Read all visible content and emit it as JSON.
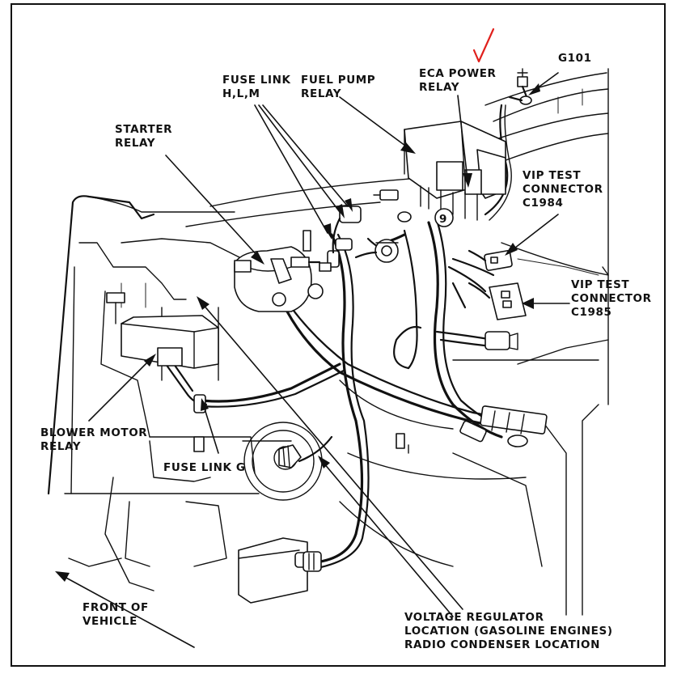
{
  "labels": {
    "g101": "G101",
    "eca_power_relay_line1": "ECA POWER",
    "eca_power_relay_line2": "RELAY",
    "fuse_link_hlm_line1": "FUSE LINK",
    "fuse_link_hlm_line2": "H,L,M",
    "fuel_pump_relay_line1": "FUEL PUMP",
    "fuel_pump_relay_line2": "RELAY",
    "starter_relay_line1": "STARTER",
    "starter_relay_line2": "RELAY",
    "vip_c1984_line1": "VIP TEST",
    "vip_c1984_line2": "CONNECTOR",
    "vip_c1984_line3": "C1984",
    "vip_c1985_line1": "VIP TEST",
    "vip_c1985_line2": "CONNECTOR",
    "vip_c1985_line3": "C1985",
    "blower_motor_relay_line1": "BLOWER MOTOR",
    "blower_motor_relay_line2": "RELAY",
    "fuse_link_g": "FUSE LINK G",
    "front_of_vehicle_line1": "FRONT OF",
    "front_of_vehicle_line2": "VEHICLE",
    "voltage_regulator_line1": "VOLTAGE REGULATOR",
    "voltage_regulator_line2": "LOCATION (GASOLINE ENGINES)",
    "radio_condenser_line3": "RADIO CONDENSER LOCATION",
    "terminal_number": "9"
  },
  "colors": {
    "ink": "#111111",
    "paper": "#ffffff",
    "annotation_check": "#e0201c"
  }
}
